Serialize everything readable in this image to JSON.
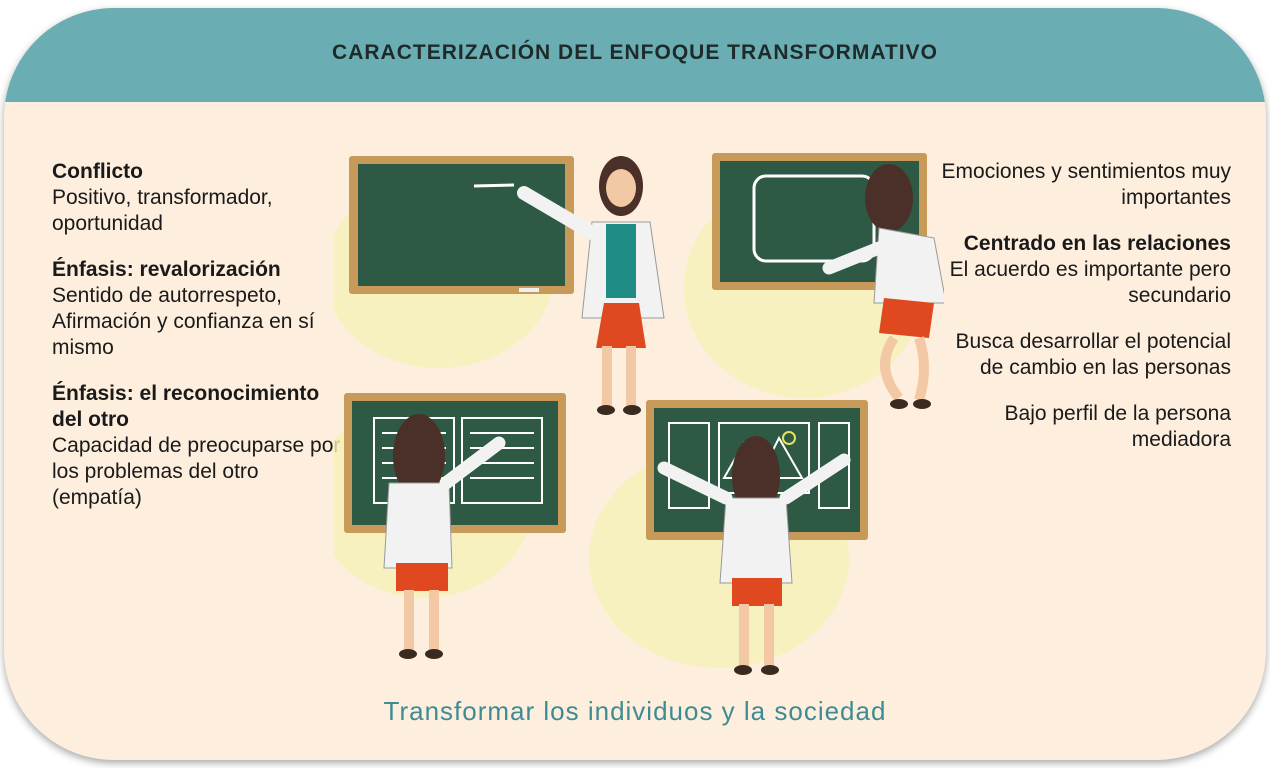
{
  "title": "CARACTERIZACIÓN DEL ENFOQUE TRANSFORMATIVO",
  "left_column": [
    {
      "heading": "Conflicto",
      "text": "Positivo, transformador, oportunidad"
    },
    {
      "heading": "Énfasis: revalorización",
      "text": "Sentido de autorrespeto, Afirmación y confianza en sí mismo"
    },
    {
      "heading": "Énfasis: el reconocimiento del otro",
      "text": "Capacidad de preocuparse por los problemas del otro (empatía)"
    }
  ],
  "right_column": [
    {
      "heading": "",
      "text": "Emociones y sentimientos muy importantes"
    },
    {
      "heading": "Centrado en las relaciones",
      "text": "El acuerdo es importante pero secundario"
    },
    {
      "heading": "",
      "text": "Busca desarrollar el potencial de cambio en las personas"
    },
    {
      "heading": "",
      "text": "Bajo perfil de la persona mediadora"
    }
  ],
  "footer": "Transformar los individuos y la sociedad",
  "colors": {
    "header": "#6aaeb3",
    "background": "#fdeedd",
    "footer_text": "#3e8c93",
    "chalkboard": "#2e5a45",
    "frame": "#c89a5a"
  },
  "illustrations": [
    "teacher-writing-icon",
    "teacher-drawing-frame-icon",
    "teacher-window-blinds-icon",
    "teacher-opening-window-icon"
  ]
}
